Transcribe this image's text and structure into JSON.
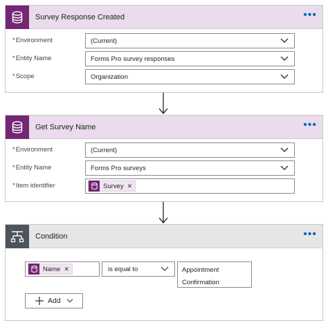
{
  "trigger": {
    "title": "Survey Response Created",
    "fields": [
      {
        "label": "Environment",
        "value": "(Current)"
      },
      {
        "label": "Entity Name",
        "value": "Forms Pro survey responses"
      },
      {
        "label": "Scope",
        "value": "Organization"
      }
    ]
  },
  "action": {
    "title": "Get Survey Name",
    "fields": [
      {
        "label": "Environment",
        "value": "(Current)"
      },
      {
        "label": "Entity Name",
        "value": "Forms Pro surveys"
      },
      {
        "label": "Item identifier",
        "token": "Survey"
      }
    ]
  },
  "condition": {
    "title": "Condition",
    "left_token": "Name",
    "operator": "is equal to",
    "values": [
      "Appointment",
      "Confirmation"
    ],
    "add_label": "Add"
  },
  "colors": {
    "accent": "#742774",
    "header_bg": "#eadcec",
    "condition_icon": "#4d545c",
    "link": "#0067b8"
  },
  "icons": {
    "trigger_icon": "database-icon",
    "action_icon": "database-icon",
    "condition_icon": "condition-branch-icon",
    "more_icon": "ellipsis-icon",
    "chevron": "chevron-down-icon",
    "add": "plus-icon"
  }
}
